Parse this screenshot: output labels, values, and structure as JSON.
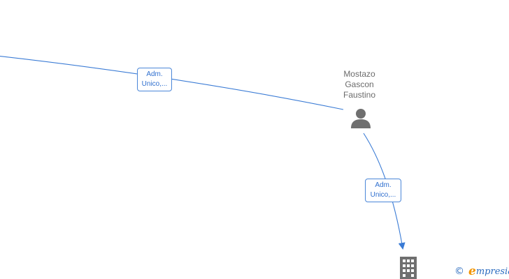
{
  "graph": {
    "person": {
      "name_lines": [
        "Mostazo",
        "Gascon",
        "Faustino"
      ],
      "icon": "person-icon"
    },
    "company": {
      "icon": "building-icon"
    },
    "edges": [
      {
        "label_lines": [
          "Adm.",
          "Unico,..."
        ]
      },
      {
        "label_lines": [
          "Adm.",
          "Unico,..."
        ]
      }
    ]
  },
  "brand": {
    "copyright_symbol": "©",
    "name_first": "e",
    "name_rest": "mpresia"
  },
  "colors": {
    "edge": "#3a7bd5",
    "label_text": "#2f6fcf",
    "node_icon": "#6f6f6f",
    "brand_blue": "#2a6bbf",
    "brand_orange": "#f29400"
  }
}
